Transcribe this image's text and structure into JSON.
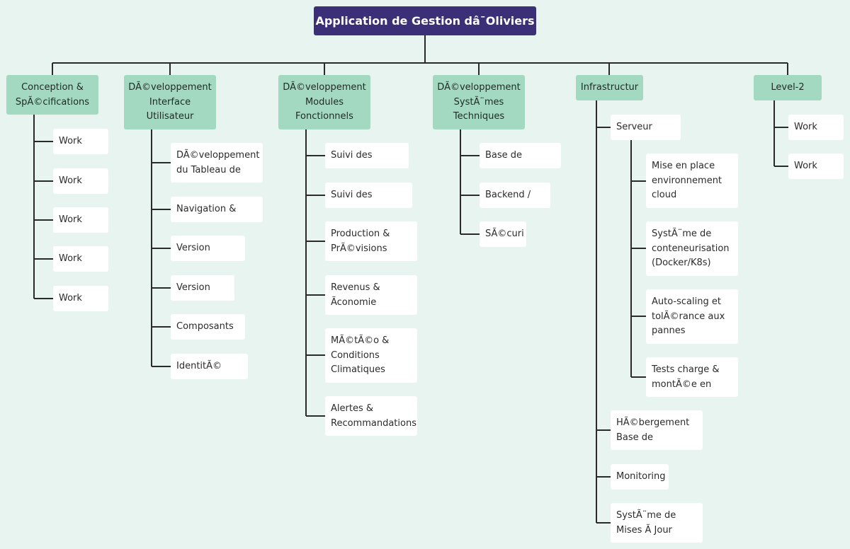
{
  "root": {
    "title": "Application de Gestion dâ¯Oliviers"
  },
  "branches": [
    {
      "label": "Conception &\nSpÃ©cifications",
      "children": [
        "Work",
        "Work",
        "Work",
        "Work",
        "Work"
      ]
    },
    {
      "label": "DÃ©veloppement\nInterface\nUtilisateur",
      "children": [
        "DÃ©veloppement\ndu Tableau de",
        "Navigation &",
        "Version",
        "Version",
        "Composants",
        "IdentitÃ©"
      ]
    },
    {
      "label": "DÃ©veloppement\nModules\nFonctionnels",
      "children": [
        "Suivi des",
        "Suivi des",
        "Production &\nPrÃ©visions",
        "Revenus &\nÃconomie",
        "MÃ©tÃ©o &\nConditions\nClimatiques",
        "Alertes &\nRecommandations"
      ]
    },
    {
      "label": "DÃ©veloppement\nSystÃ¨mes\nTechniques",
      "children": [
        "Base de",
        "Backend /",
        "SÃ©curi"
      ]
    },
    {
      "label": "Infrastructur",
      "children": [
        {
          "label": "Serveur",
          "children": [
            "Mise en place\nenvironnement\ncloud",
            "SystÃ¨me de\nconteneurisation\n(Docker/K8s)",
            "Auto-scaling et\ntolÃ©rance aux\npannes",
            "Tests charge &\nmontÃ©e en"
          ]
        },
        {
          "label": "HÃ©bergement\nBase de"
        },
        {
          "label": "Monitoring"
        },
        {
          "label": "SystÃ¨me de\nMises Ã  Jour"
        }
      ]
    },
    {
      "label": "Level-2",
      "children": [
        "Work",
        "Work"
      ]
    }
  ],
  "colors": {
    "background": "#e8f4ef",
    "root_fill": "#3b2f78",
    "branch_fill": "#a3d9c0",
    "leaf_fill": "#ffffff",
    "connector": "#2a2a2a"
  }
}
